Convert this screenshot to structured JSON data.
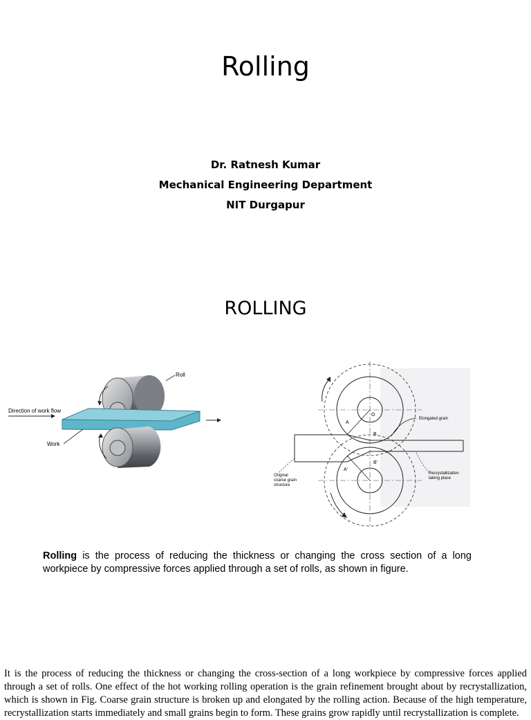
{
  "slide1": {
    "title": "Rolling",
    "author": "Dr. Ratnesh Kumar",
    "department": "Mechanical Engineering Department",
    "institute": "NIT Durgapur"
  },
  "slide2": {
    "heading": "ROLLING",
    "figure_left": {
      "roll_label": "Roll",
      "flow_label": "Direction of work flow",
      "work_label": "Work"
    },
    "figure_right": {
      "label_o": "O",
      "label_a": "A",
      "label_b": "B",
      "label_b_prime": "B'",
      "label_a_prime": "A'",
      "elongated_label": "Elongated grain",
      "recryst_label_1": "Recrystallization",
      "recryst_label_2": "taking place",
      "original_label_1": "Original",
      "original_label_2": "coarse grain",
      "original_label_3": "structure"
    },
    "caption_bold": "Rolling",
    "caption_rest": " is the process of reducing the thickness or changing the cross section of a long workpiece by compressive forces applied through a set of rolls, as shown in figure."
  },
  "body_text": "It is the process of reducing the thickness or changing the cross-section of a long workpiece by  compressive forces applied through a set of rolls. One effect of the hot working rolling operation is the grain refinement brought about by recrystallization, which is shown in Fig. Coarse grain structure is broken up and elongated by the rolling action. Because of the high temperature, recrystallization starts immediately and small grains begin to form. These grains grow rapidly until recrystallization is complete."
}
